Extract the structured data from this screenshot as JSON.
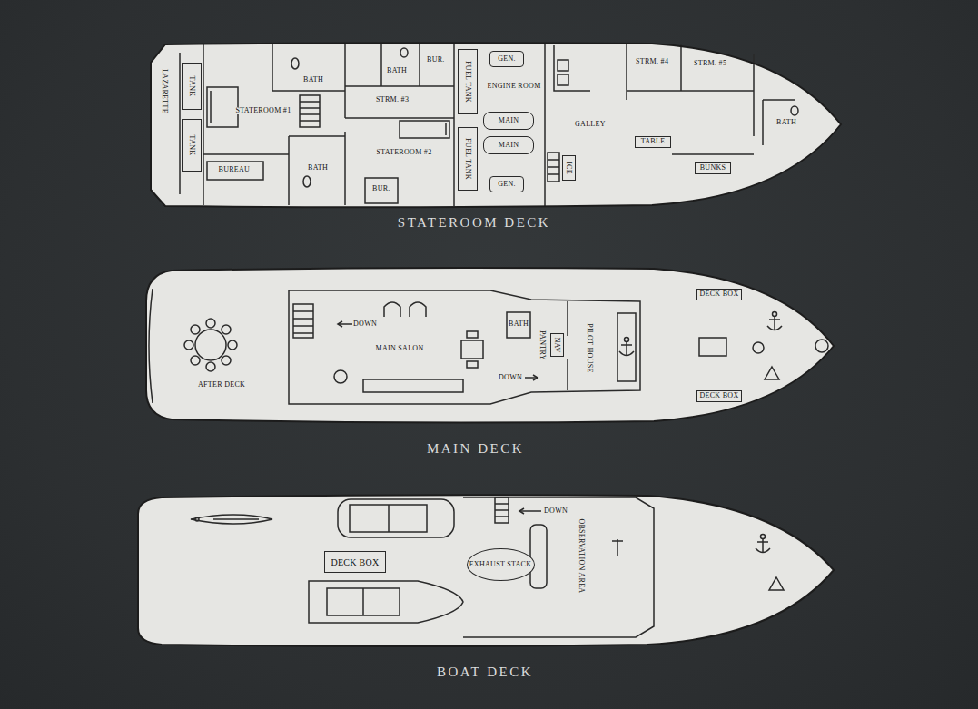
{
  "diagram": {
    "nodes": [
      {
        "text": [
          "STATEROOM DECK"
        ]
      },
      {
        "text": [
          "TANK"
        ],
        "in": 0
      },
      {
        "text": [
          "TANK"
        ],
        "in": 0
      },
      {
        "text": [
          "FUEL TANK"
        ],
        "in": 0
      },
      {
        "text": [
          "FUEL TANK"
        ],
        "in": 0
      },
      {
        "text": [
          "GEN."
        ],
        "in": 0
      },
      {
        "text": [
          "MAIN"
        ],
        "in": 0
      },
      {
        "text": [
          "MAIN"
        ],
        "in": 0
      },
      {
        "text": [
          "GEN."
        ],
        "in": 0
      },
      {
        "text": [
          "ICE"
        ],
        "in": 0
      },
      {
        "text": [
          "TABLE"
        ],
        "in": 0
      },
      {
        "text": [
          "BUNKS"
        ],
        "in": 0
      },
      {
        "text": [
          "MAIN DECK"
        ]
      },
      {
        "text": [
          "DECK BOX"
        ],
        "in": 12
      },
      {
        "text": [
          "NAV"
        ],
        "in": 12
      },
      {
        "text": [
          "DECK BOX"
        ],
        "in": 12
      },
      {
        "text": [
          "BOAT DECK"
        ]
      },
      {
        "text": [
          "DECK BOX"
        ],
        "in": 16
      },
      {
        "text": [
          "EXHAUST STACK"
        ],
        "in": 16
      }
    ],
    "labels": [
      "LAZARETTE",
      "BATH",
      "BATH",
      "BUR.",
      "STRM. #3",
      "STATEROOM #1",
      "BATH",
      "STATEROOM #2",
      "BUREAU",
      "BUR.",
      "ENGINE ROOM",
      "GALLEY",
      "STRM. #4",
      "STRM. #5",
      "BATH",
      "DOWN",
      "MAIN SALON",
      "BATH",
      "PANTRY",
      "PILOT HOUSE",
      "DOWN",
      "AFTER DECK",
      "DOWN",
      "OBSERVATION AREA"
    ]
  }
}
